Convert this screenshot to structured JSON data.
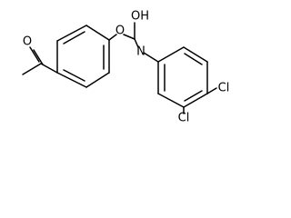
{
  "molecule": {
    "atoms": {
      "ketone_oxygen": "O",
      "ester_oxygen": "O",
      "carbamate_oh": "OH",
      "amide_nitrogen": "N",
      "chloro_top": "Cl",
      "chloro_bottom": "Cl"
    }
  },
  "colors": {
    "bond": "#000000",
    "label": "#000000",
    "background": "#ffffff"
  }
}
